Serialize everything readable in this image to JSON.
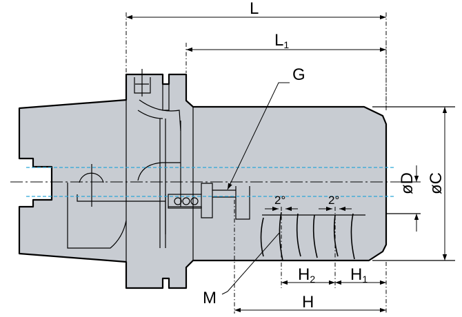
{
  "labels": {
    "L": "L",
    "L1_main": "L",
    "L1_sub": "1",
    "G": "G",
    "M": "M",
    "D": "øD",
    "C": "øC",
    "H": "H",
    "H1_main": "H",
    "H1_sub": "1",
    "H2_main": "H",
    "H2_sub": "2",
    "angle_left": "2°",
    "angle_right": "2°"
  },
  "colors": {
    "body": "#c8ccd2",
    "outline": "#000000",
    "bore_line": "#2ba6d8"
  }
}
